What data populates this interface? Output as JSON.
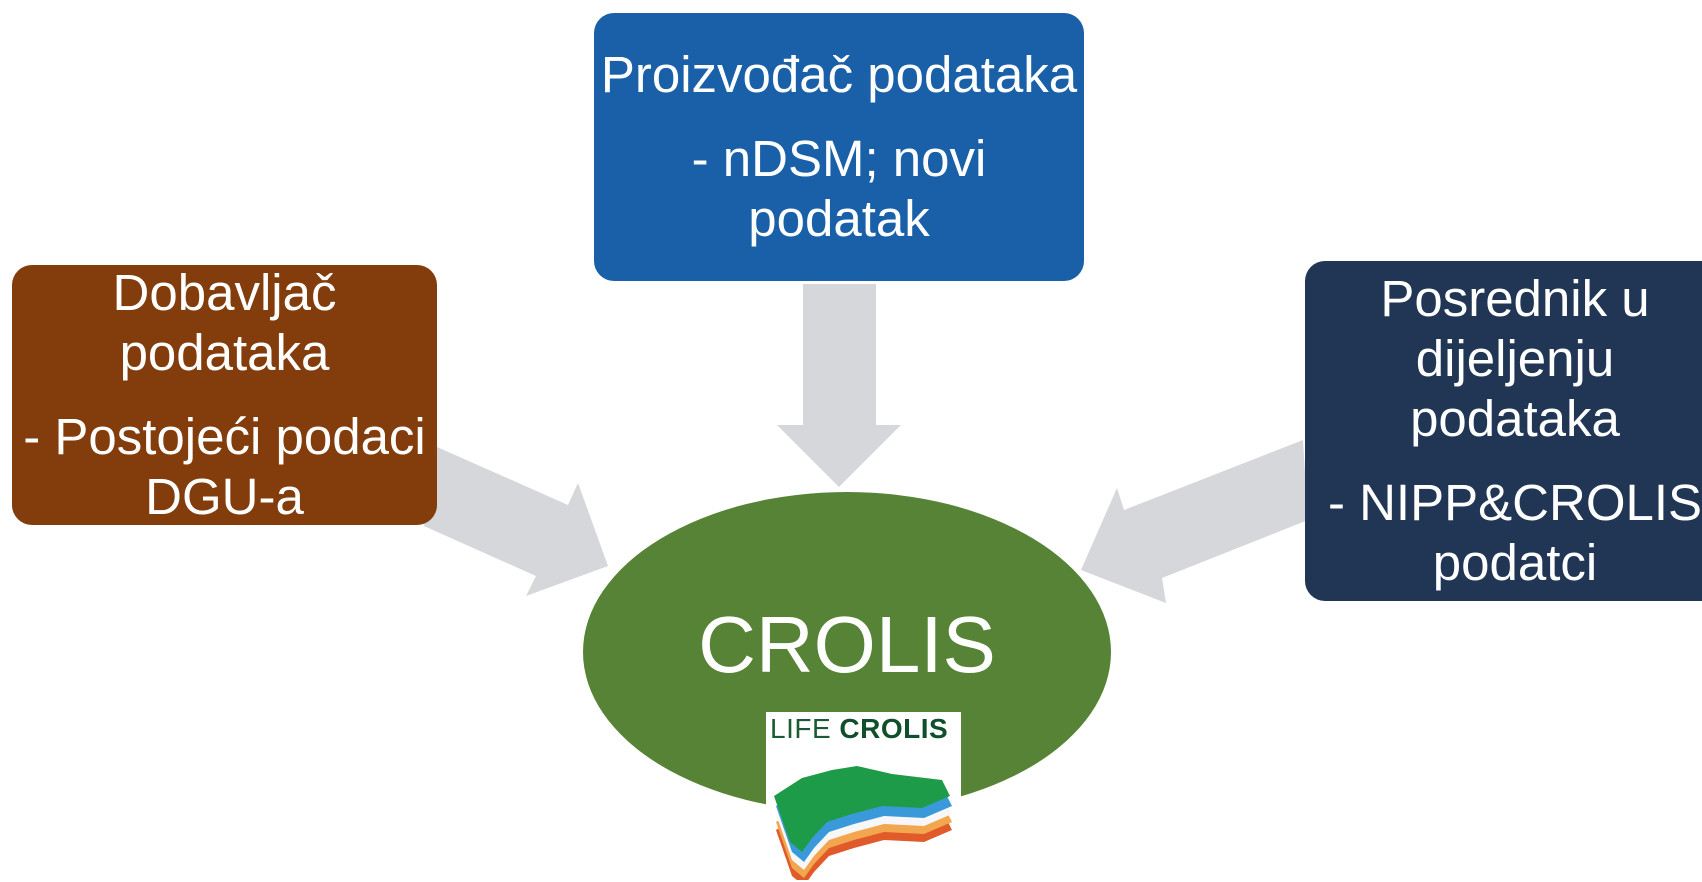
{
  "center": {
    "label": "CROLIS"
  },
  "producer": {
    "role": "Proizvođač podataka",
    "detail": "- nDSM; novi podatak"
  },
  "supplier": {
    "role": "Dobavljač podataka",
    "detail": "- Postojeći podaci DGU-a"
  },
  "intermediary": {
    "role": "Posrednik u dijeljenju podataka",
    "detail": "- NIPP&CROLIS podatci"
  },
  "logo": {
    "prefix": "LIFE",
    "name": "CROLIS"
  },
  "colors": {
    "producer_box": "#1960a9",
    "supplier_box": "#833c0c",
    "intermediary_box": "#203654",
    "center_ellipse": "#568335",
    "arrows": "#d6d7da"
  }
}
